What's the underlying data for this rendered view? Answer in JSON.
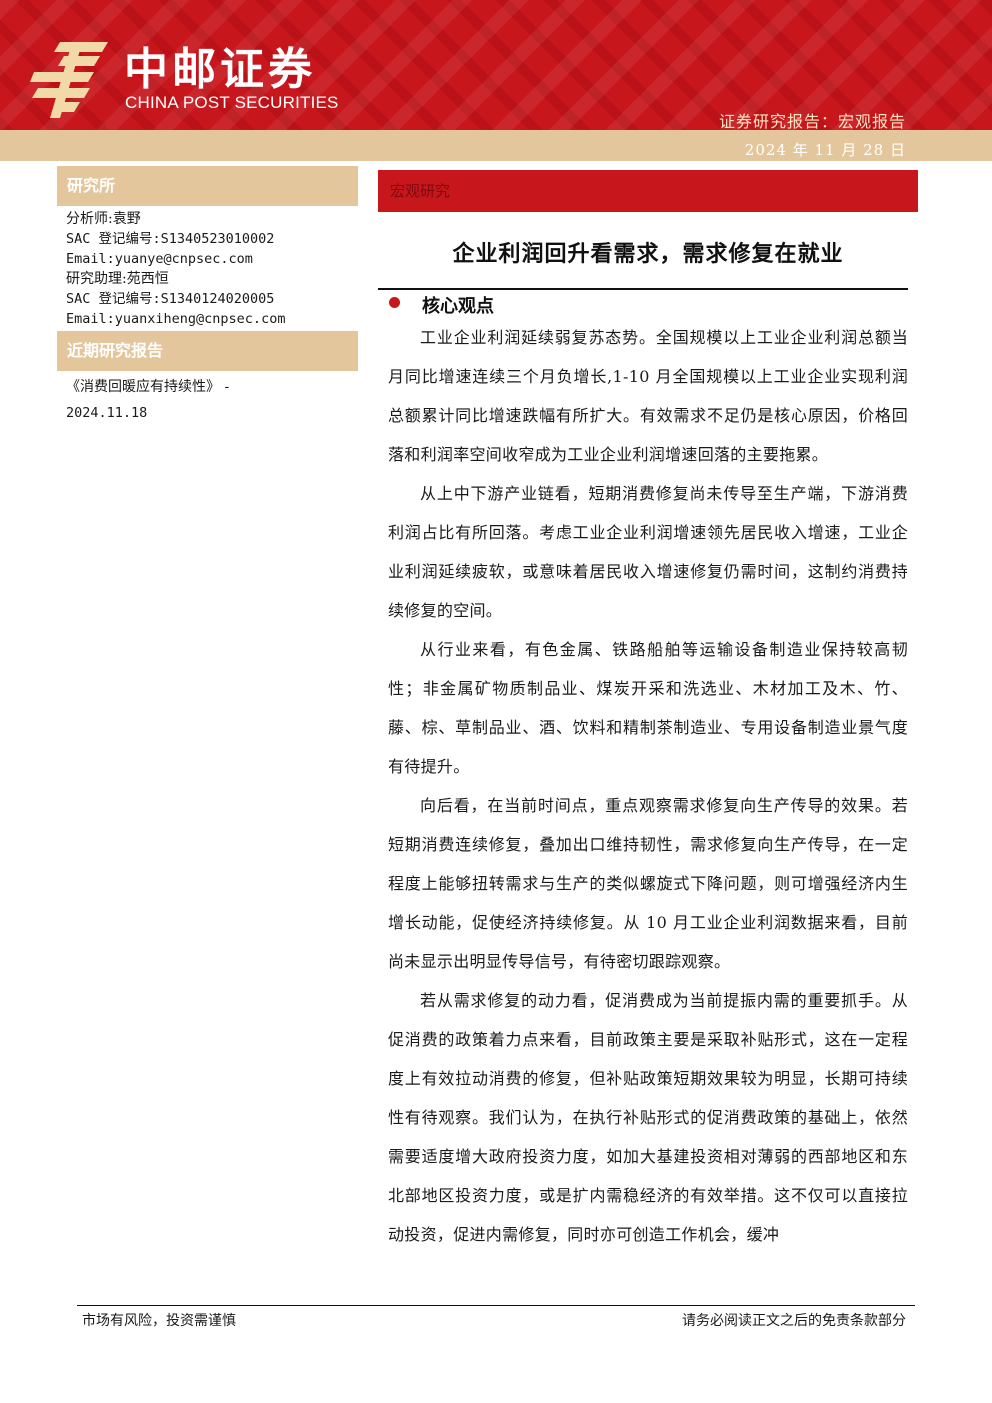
{
  "header": {
    "brand_cn": "中邮证券",
    "brand_en": "CHINA POST SECURITIES",
    "report_type": "证券研究报告：宏观报告",
    "date": "2024 年 11 月 28 日",
    "colors": {
      "brand_red": "#c8161d",
      "gold": "#e3c69c"
    }
  },
  "sidebar": {
    "institute_heading": "研究所",
    "analyst_lines": [
      "分析师:袁野",
      "SAC 登记编号:S1340523010002",
      "Email:yuanye@cnpsec.com",
      "研究助理:苑西恒",
      "SAC 登记编号:S1340124020005",
      "Email:yuanxiheng@cnpsec.com"
    ],
    "recent_heading": "近期研究报告",
    "recent_lines": [
      "《消费回暖应有持续性》 -",
      "2024.11.18"
    ]
  },
  "main": {
    "category": "宏观研究",
    "title": "企业利润回升看需求，需求修复在就业",
    "section_heading": "核心观点",
    "paragraphs": [
      "工业企业利润延续弱复苏态势。全国规模以上工业企业利润总额当月同比增速连续三个月负增长,1-10 月全国规模以上工业企业实现利润总额累计同比增速跌幅有所扩大。有效需求不足仍是核心原因，价格回落和利润率空间收窄成为工业企业利润增速回落的主要拖累。",
      "从上中下游产业链看，短期消费修复尚未传导至生产端，下游消费利润占比有所回落。考虑工业企业利润增速领先居民收入增速，工业企业利润延续疲软，或意味着居民收入增速修复仍需时间，这制约消费持续修复的空间。",
      "从行业来看，有色金属、铁路船舶等运输设备制造业保持较高韧性；非金属矿物质制品业、煤炭开采和洗选业、木材加工及木、竹、藤、棕、草制品业、酒、饮料和精制茶制造业、专用设备制造业景气度有待提升。",
      "向后看，在当前时间点，重点观察需求修复向生产传导的效果。若短期消费连续修复，叠加出口维持韧性，需求修复向生产传导，在一定程度上能够扭转需求与生产的类似螺旋式下降问题，则可增强经济内生增长动能，促使经济持续修复。从 10 月工业企业利润数据来看，目前尚未显示出明显传导信号，有待密切跟踪观察。",
      "若从需求修复的动力看，促消费成为当前提振内需的重要抓手。从促消费的政策着力点来看，目前政策主要是采取补贴形式，这在一定程度上有效拉动消费的修复，但补贴政策短期效果较为明显，长期可持续性有待观察。我们认为，在执行补贴形式的促消费政策的基础上，依然需要适度增大政府投资力度，如加大基建投资相对薄弱的西部地区和东北部地区投资力度，或是扩内需稳经济的有效举措。这不仅可以直接拉动投资，促进内需修复，同时亦可创造工作机会，缓冲"
    ]
  },
  "footer": {
    "left": "市场有风险，投资需谨慎",
    "right": "请务必阅读正文之后的免责条款部分"
  }
}
